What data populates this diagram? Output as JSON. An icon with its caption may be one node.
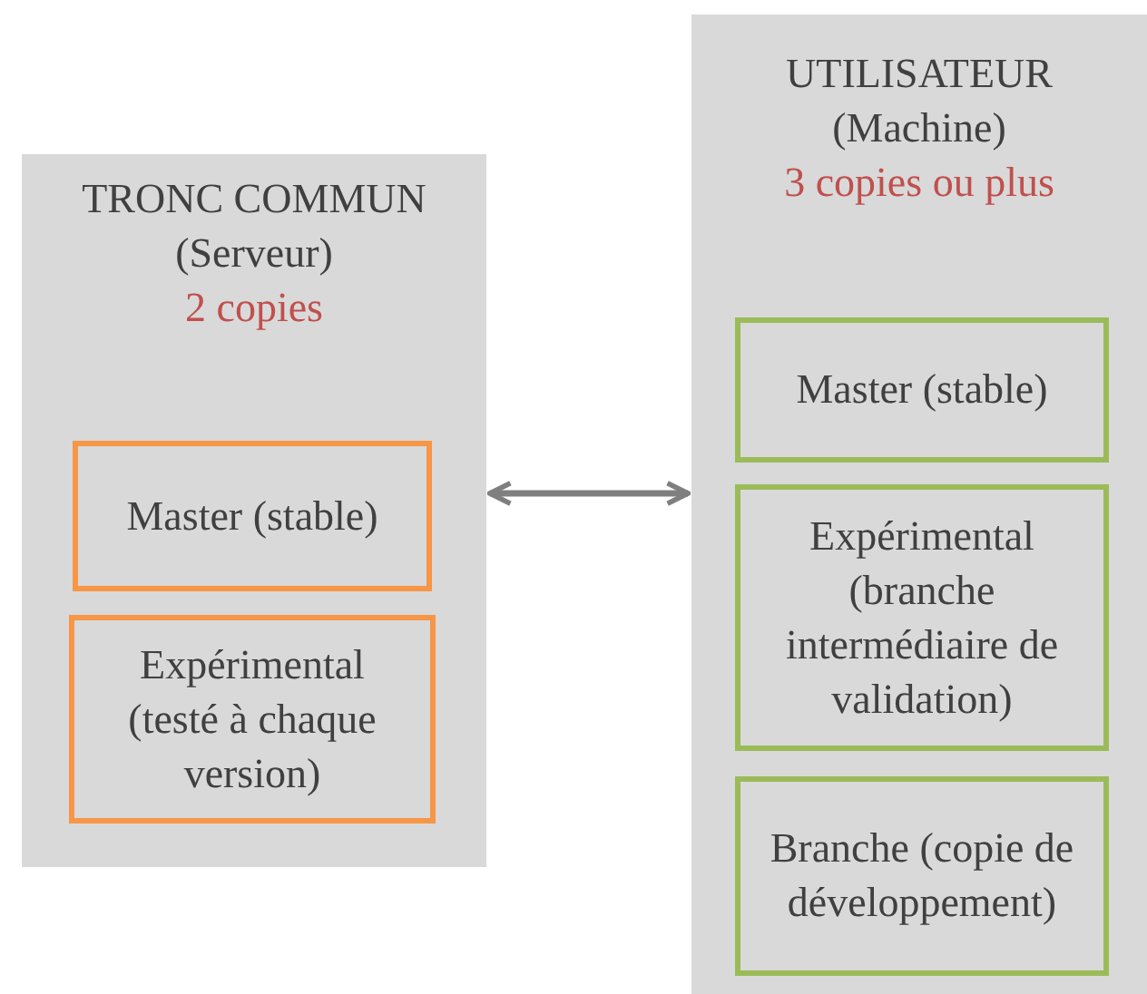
{
  "diagram": {
    "nodes": [
      {
        "text": [
          "TRONC COMMUN (Serveur)",
          "2 copies"
        ]
      },
      {
        "text": [
          "Master (stable)"
        ],
        "in": 0
      },
      {
        "text": [
          "Expérimental (testé à chaque version)"
        ],
        "in": 0
      },
      {
        "text": [
          "UTILISATEUR (Machine)",
          "3 copies ou plus"
        ]
      },
      {
        "text": [
          "Master (stable)"
        ],
        "in": 3
      },
      {
        "text": [
          "Expérimental (branche intermédiaire de validation)"
        ],
        "in": 3
      },
      {
        "text": [
          "Branche (copie de développement)"
        ],
        "in": 3
      }
    ],
    "edges": [
      {
        "from": 0,
        "to": 3,
        "arrow": "both"
      }
    ]
  }
}
